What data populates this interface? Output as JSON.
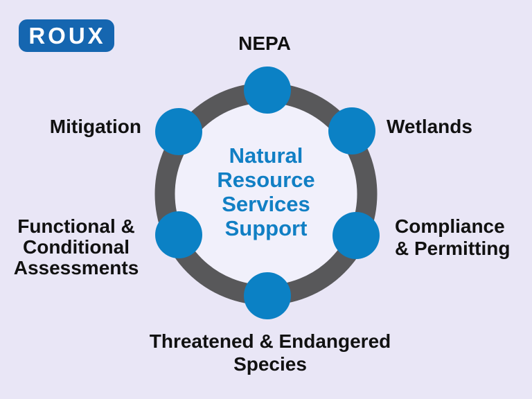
{
  "logo": {
    "text": "ROUX"
  },
  "diagram": {
    "center_text": "Natural\nResource\nServices\nSupport",
    "labels": {
      "nepa": "NEPA",
      "wetlands": "Wetlands",
      "compliance": "Compliance\n& Permitting",
      "threatened": "Threatened & Endangered\nSpecies",
      "functional": "Functional &\nConditional\nAssessments",
      "mitigation": "Mitigation"
    }
  },
  "colors": {
    "bg": "#e9e6f6",
    "inner-circle": "#f1f0fb",
    "ring": "#58585a",
    "node": "#0b81c5",
    "center-text": "#117fc4",
    "label": "#111111",
    "logo-bg": "#1566b0",
    "logo-text": "#ffffff"
  }
}
